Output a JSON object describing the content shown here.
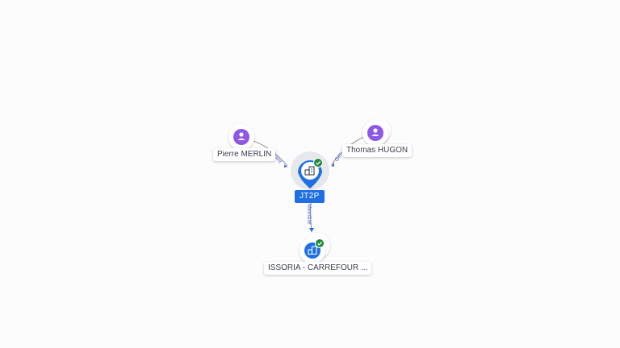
{
  "colors": {
    "person_fill": "#8e57e6",
    "company_fill": "#1f6fe5",
    "verified": "#1f8a3c",
    "edge": "#7a7f8c",
    "edge_label": "#5a69c8"
  },
  "graph": {
    "center": {
      "label": "JT2P",
      "icon": "building-icon",
      "verified": true
    },
    "nodes": [
      {
        "id": "pierre",
        "label": "Pierre MERLIN",
        "type": "person",
        "icon": "person-icon"
      },
      {
        "id": "thomas",
        "label": "Thomas HUGON",
        "type": "person",
        "icon": "person-icon"
      },
      {
        "id": "issoria",
        "label": "ISSORIA - CARREFOUR ...",
        "type": "company",
        "icon": "building-icon",
        "verified": true
      }
    ],
    "edges": [
      {
        "from": "pierre",
        "label": "Gérant"
      },
      {
        "from": "thomas",
        "label": "Gér"
      },
      {
        "to": "issoria",
        "label": "Membre"
      }
    ]
  }
}
